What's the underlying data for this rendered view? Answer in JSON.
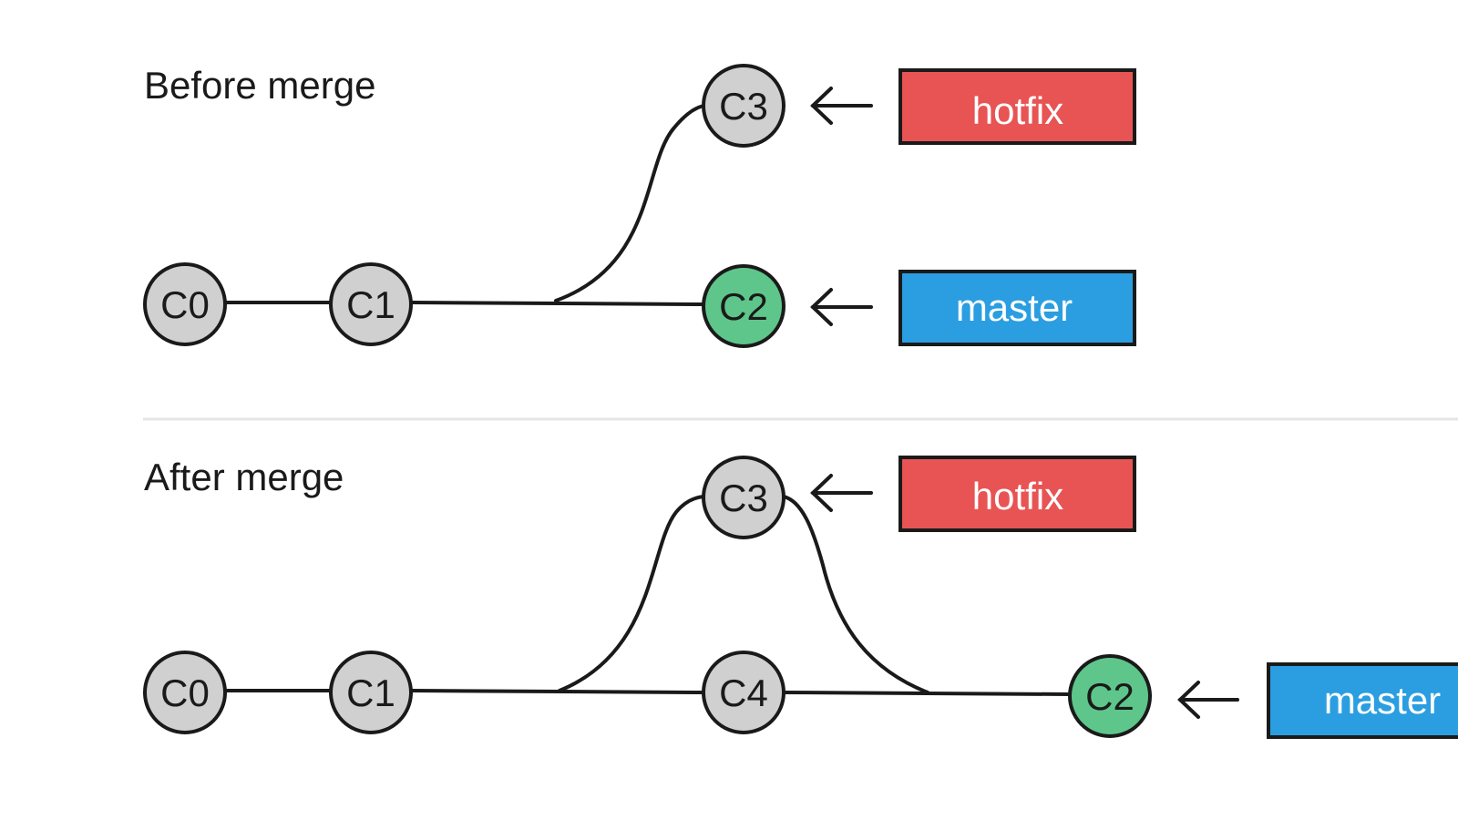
{
  "colors": {
    "commit_fill": "#d0d0d0",
    "current_commit_fill": "#5ec68a",
    "hotfix_branch": "#e85454",
    "master_branch": "#2a9ee0",
    "stroke": "#1a1a1a",
    "divider": "#e5e5e5"
  },
  "before": {
    "title": "Before merge",
    "commits": {
      "c0": "C0",
      "c1": "C1",
      "c2": "C2",
      "c3": "C3"
    },
    "branches": {
      "hotfix": "hotfix",
      "master": "master"
    }
  },
  "after": {
    "title": "After merge",
    "commits": {
      "c0": "C0",
      "c1": "C1",
      "c3": "C3",
      "c4": "C4",
      "c2": "C2"
    },
    "branches": {
      "hotfix": "hotfix",
      "master": "master"
    }
  }
}
